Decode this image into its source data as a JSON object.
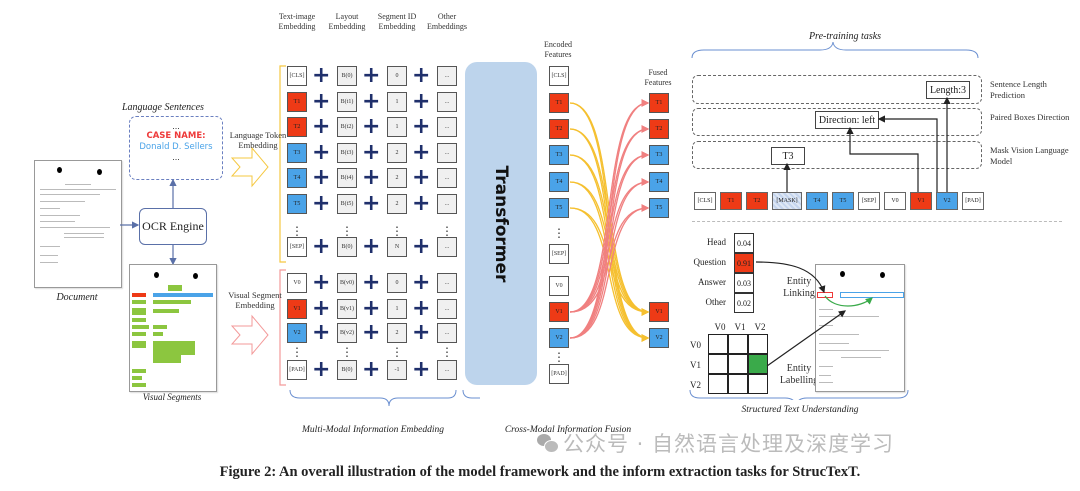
{
  "figure": {
    "caption": "Figure 2: An overall illustration of the model framework and the inform extraction tasks for StrucTexT.",
    "watermark": "公众号 · 自然语言处理及深度学习"
  },
  "left": {
    "document_label": "Document",
    "ocr_engine": "OCR Engine",
    "language_sentences_title": "Language Sentences",
    "sentence_ellipsis_top": "...",
    "case_name": "CASE NAME:",
    "person_name": "Donald D. Sellers",
    "sentence_ellipsis_bottom": "...",
    "visual_segments_label": "Visual Segments",
    "language_token_embedding": "Language Token Embedding",
    "visual_segment_embedding": "Visual Segment Embedding"
  },
  "embedding": {
    "section_label": "Multi-Modal Information Embedding",
    "columns": [
      "Text-image Embedding",
      "Layout Embedding",
      "Segment ID Embedding",
      "Other Embeddings"
    ],
    "rows": [
      {
        "token": "[CLS]",
        "color": "white",
        "layout": "B(0)",
        "segment": "0",
        "other": "..."
      },
      {
        "token": "T1",
        "color": "red",
        "layout": "B(t1)",
        "segment": "1",
        "other": "..."
      },
      {
        "token": "T2",
        "color": "red",
        "layout": "B(t2)",
        "segment": "1",
        "other": "..."
      },
      {
        "token": "T3",
        "color": "blue",
        "layout": "B(t3)",
        "segment": "2",
        "other": "..."
      },
      {
        "token": "T4",
        "color": "blue",
        "layout": "B(t4)",
        "segment": "2",
        "other": "..."
      },
      {
        "token": "T5",
        "color": "blue",
        "layout": "B(t5)",
        "segment": "2",
        "other": "..."
      },
      {
        "token": "[SEP]",
        "color": "white",
        "layout": "B(0)",
        "segment": "N",
        "other": "..."
      },
      {
        "token": "V0",
        "color": "white",
        "layout": "B(v0)",
        "segment": "0",
        "other": "..."
      },
      {
        "token": "V1",
        "color": "red",
        "layout": "B(v1)",
        "segment": "1",
        "other": "..."
      },
      {
        "token": "V2",
        "color": "blue",
        "layout": "B(v2)",
        "segment": "2",
        "other": "..."
      },
      {
        "token": "[PAD]",
        "color": "white",
        "layout": "B(0)",
        "segment": "-1",
        "other": "..."
      }
    ],
    "plus": "+",
    "vdots": "⋮"
  },
  "fusion": {
    "transformer": "Transformer",
    "encoded_features": "Encoded Features",
    "fused_features": "Fused Features",
    "section_label": "Cross-Modal Information Fusion",
    "encoded": [
      "[CLS]",
      "T1",
      "T2",
      "T3",
      "T4",
      "T5",
      "[SEP]",
      "V0",
      "V1",
      "V2",
      "[PAD]"
    ],
    "fused": [
      "T1",
      "T2",
      "T3",
      "T4",
      "T5",
      "V1",
      "V2"
    ]
  },
  "pretraining": {
    "title": "Pre-training tasks",
    "tasks": [
      "Sentence Length Prediction",
      "Paired Boxes Direction",
      "Mask Vision Language Model"
    ],
    "length_box": "Length:3",
    "direction_box": "Direction: left",
    "t3_box": "T3",
    "tokens": [
      {
        "t": "[CLS]",
        "c": "white"
      },
      {
        "t": "T1",
        "c": "red"
      },
      {
        "t": "T2",
        "c": "red"
      },
      {
        "t": "[MASK]",
        "c": "mask"
      },
      {
        "t": "T4",
        "c": "blue"
      },
      {
        "t": "T5",
        "c": "blue"
      },
      {
        "t": "[SEP]",
        "c": "white"
      },
      {
        "t": "V0",
        "c": "white"
      },
      {
        "t": "V1",
        "c": "red"
      },
      {
        "t": "V2",
        "c": "blue"
      },
      {
        "t": "[PAD]",
        "c": "white"
      }
    ]
  },
  "structured": {
    "section_label": "Structured Text Understanding",
    "classes": [
      {
        "label": "Head",
        "prob": "0.04"
      },
      {
        "label": "Question",
        "prob": "0.91"
      },
      {
        "label": "Answer",
        "prob": "0.03"
      },
      {
        "label": "Other",
        "prob": "0.02"
      }
    ],
    "entity_linking": "Entity Linking",
    "entity_labelling": "Entity Labelling",
    "grid_cols": [
      "V0",
      "V1",
      "V2"
    ],
    "grid_rows": [
      "V0",
      "V1",
      "V2"
    ],
    "highlight_cell": {
      "row": "V1",
      "col": "V2"
    }
  }
}
